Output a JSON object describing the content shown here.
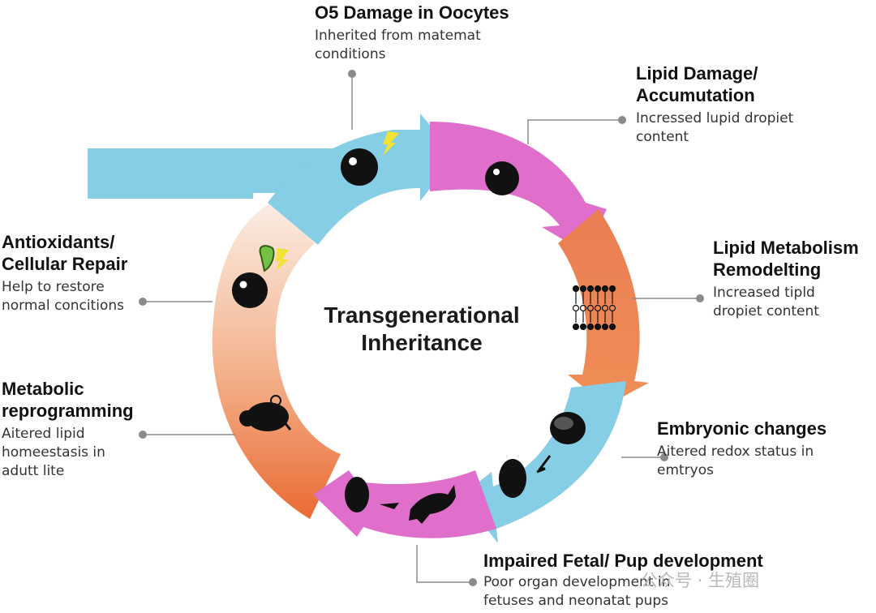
{
  "center": {
    "line1": "Transgenerational",
    "line2": "Inheritance"
  },
  "stages": {
    "oocytes": {
      "title": "O5 Damage in Oocytes",
      "desc1": "Inherited from matemat",
      "desc2": "conditions"
    },
    "lipid_damage": {
      "title1": "Lipid Damage/",
      "title2": "Accumutation",
      "desc1": "Incressed lupid dropiet",
      "desc2": "content"
    },
    "remodeling": {
      "title1": "Lipid Metabolism",
      "title2": "Remodelting",
      "desc1": "Increased tipld",
      "desc2": "dropiet content"
    },
    "embryonic": {
      "title": "Embryonic changes",
      "desc1": "Aitered redox status in",
      "desc2": "emtryos"
    },
    "fetal": {
      "title": "Impaired Fetal/ Pup development",
      "desc1": "Poor organ development in",
      "desc2": "fetuses and neonatat pups"
    },
    "metabolic": {
      "title1": "Metabolic",
      "title2": "reprogramming",
      "desc1": "Aitered lipid",
      "desc2": "homeestasis in",
      "desc3": "adutt lite"
    },
    "antioxidants": {
      "title1": "Antioxidants/",
      "title2": "Cellular Repair",
      "desc1": "Help to restore",
      "desc2": "normal concitions"
    }
  },
  "watermark": "公众号 · 生殖圈",
  "colors": {
    "blue": "#7fcbe6",
    "pink": "#de6fc8",
    "orange": "#ec8450",
    "peach": "#f3b38e",
    "connector": "#8a8a8a",
    "icon_green": "#74c043",
    "icon_yellow": "#f1e233"
  }
}
